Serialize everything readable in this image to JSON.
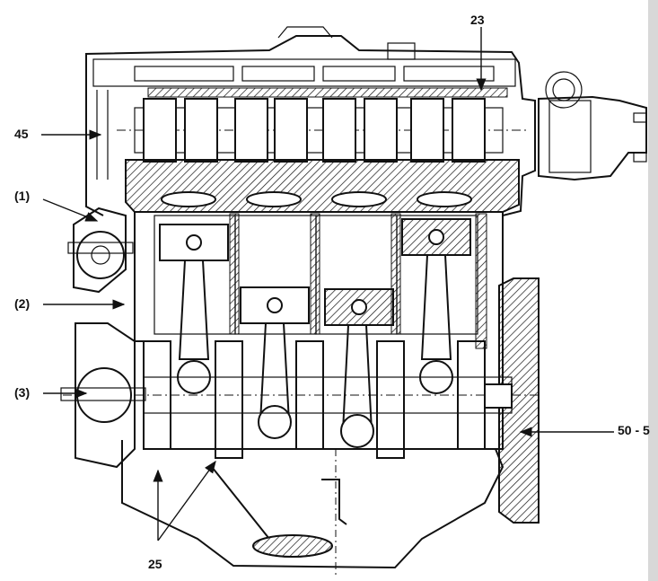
{
  "labels": {
    "l45": "45",
    "l23": "23",
    "l1": "(1)",
    "l2": "(2)",
    "l3": "(3)",
    "l25": "25",
    "l50": "50 - 5"
  }
}
